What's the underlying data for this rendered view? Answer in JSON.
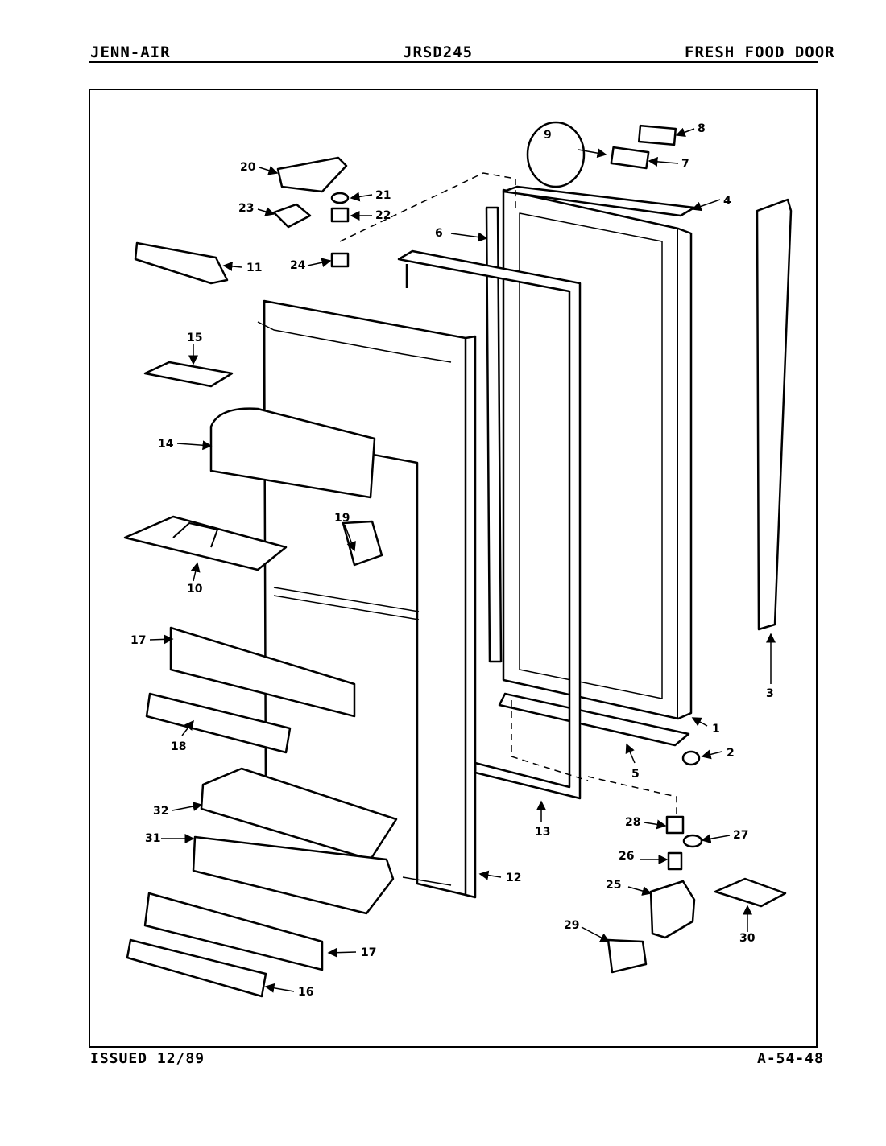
{
  "header": {
    "brand": "JENN-AIR",
    "model": "JRSD245",
    "section": "FRESH FOOD DOOR"
  },
  "footer": {
    "issued": "ISSUED 12/89",
    "page_code": "A-54-48"
  },
  "callouts": [
    {
      "n": "1"
    },
    {
      "n": "2"
    },
    {
      "n": "3"
    },
    {
      "n": "4"
    },
    {
      "n": "5"
    },
    {
      "n": "6"
    },
    {
      "n": "7"
    },
    {
      "n": "8"
    },
    {
      "n": "9"
    },
    {
      "n": "10"
    },
    {
      "n": "11"
    },
    {
      "n": "12"
    },
    {
      "n": "13"
    },
    {
      "n": "14"
    },
    {
      "n": "15"
    },
    {
      "n": "16"
    },
    {
      "n": "17"
    },
    {
      "n": "17"
    },
    {
      "n": "18"
    },
    {
      "n": "19"
    },
    {
      "n": "20"
    },
    {
      "n": "21"
    },
    {
      "n": "22"
    },
    {
      "n": "23"
    },
    {
      "n": "24"
    },
    {
      "n": "25"
    },
    {
      "n": "26"
    },
    {
      "n": "27"
    },
    {
      "n": "28"
    },
    {
      "n": "29"
    },
    {
      "n": "30"
    },
    {
      "n": "31"
    },
    {
      "n": "32"
    }
  ]
}
